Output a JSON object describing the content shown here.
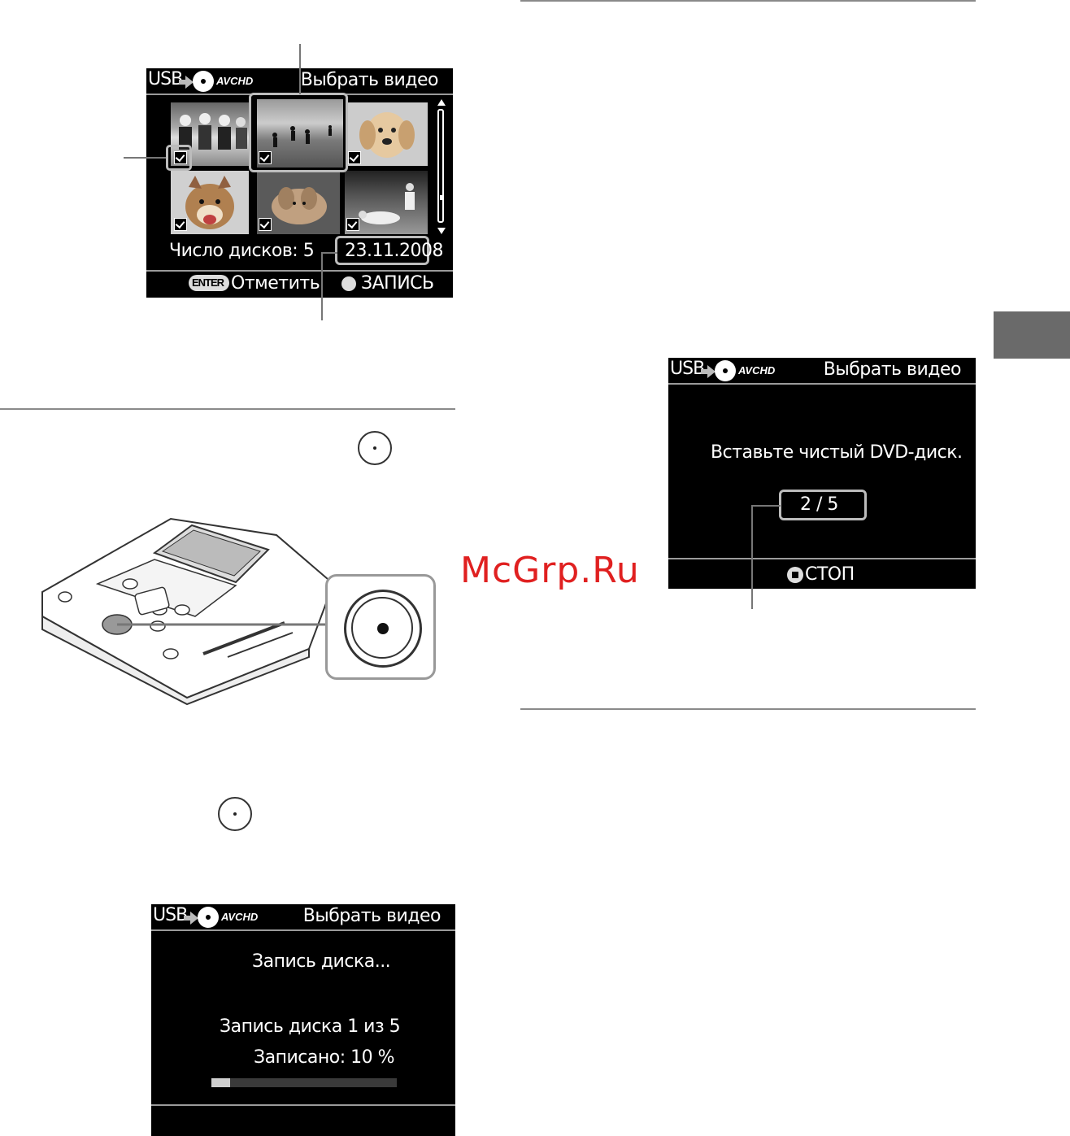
{
  "screen_select": {
    "usb": "USB",
    "avchd": "AVCHD",
    "title": "Выбрать видео",
    "disc_count_label": "Число дисков: 5",
    "date": "23.11.2008",
    "enter_key": "ENTER",
    "mark_label": "Отметить",
    "record_label": "ЗАПИСЬ"
  },
  "screen_insert": {
    "usb": "USB",
    "avchd": "AVCHD",
    "title": "Выбрать видео",
    "message": "Вставьте чистый DVD-диск.",
    "counter": "2 / 5",
    "stop_label": "СТОП"
  },
  "screen_writing": {
    "usb": "USB",
    "avchd": "AVCHD",
    "title": "Выбрать видео",
    "status": "Запись диска...",
    "disc_progress": "Запись диска 1 из 5",
    "written": "Записано: 10 %",
    "progress_fraction": 0.1
  },
  "watermark": "McGrp.Ru",
  "colors": {
    "lcd_bg": "#000000",
    "watermark": "#e02020",
    "tab": "#6a6a6a"
  }
}
